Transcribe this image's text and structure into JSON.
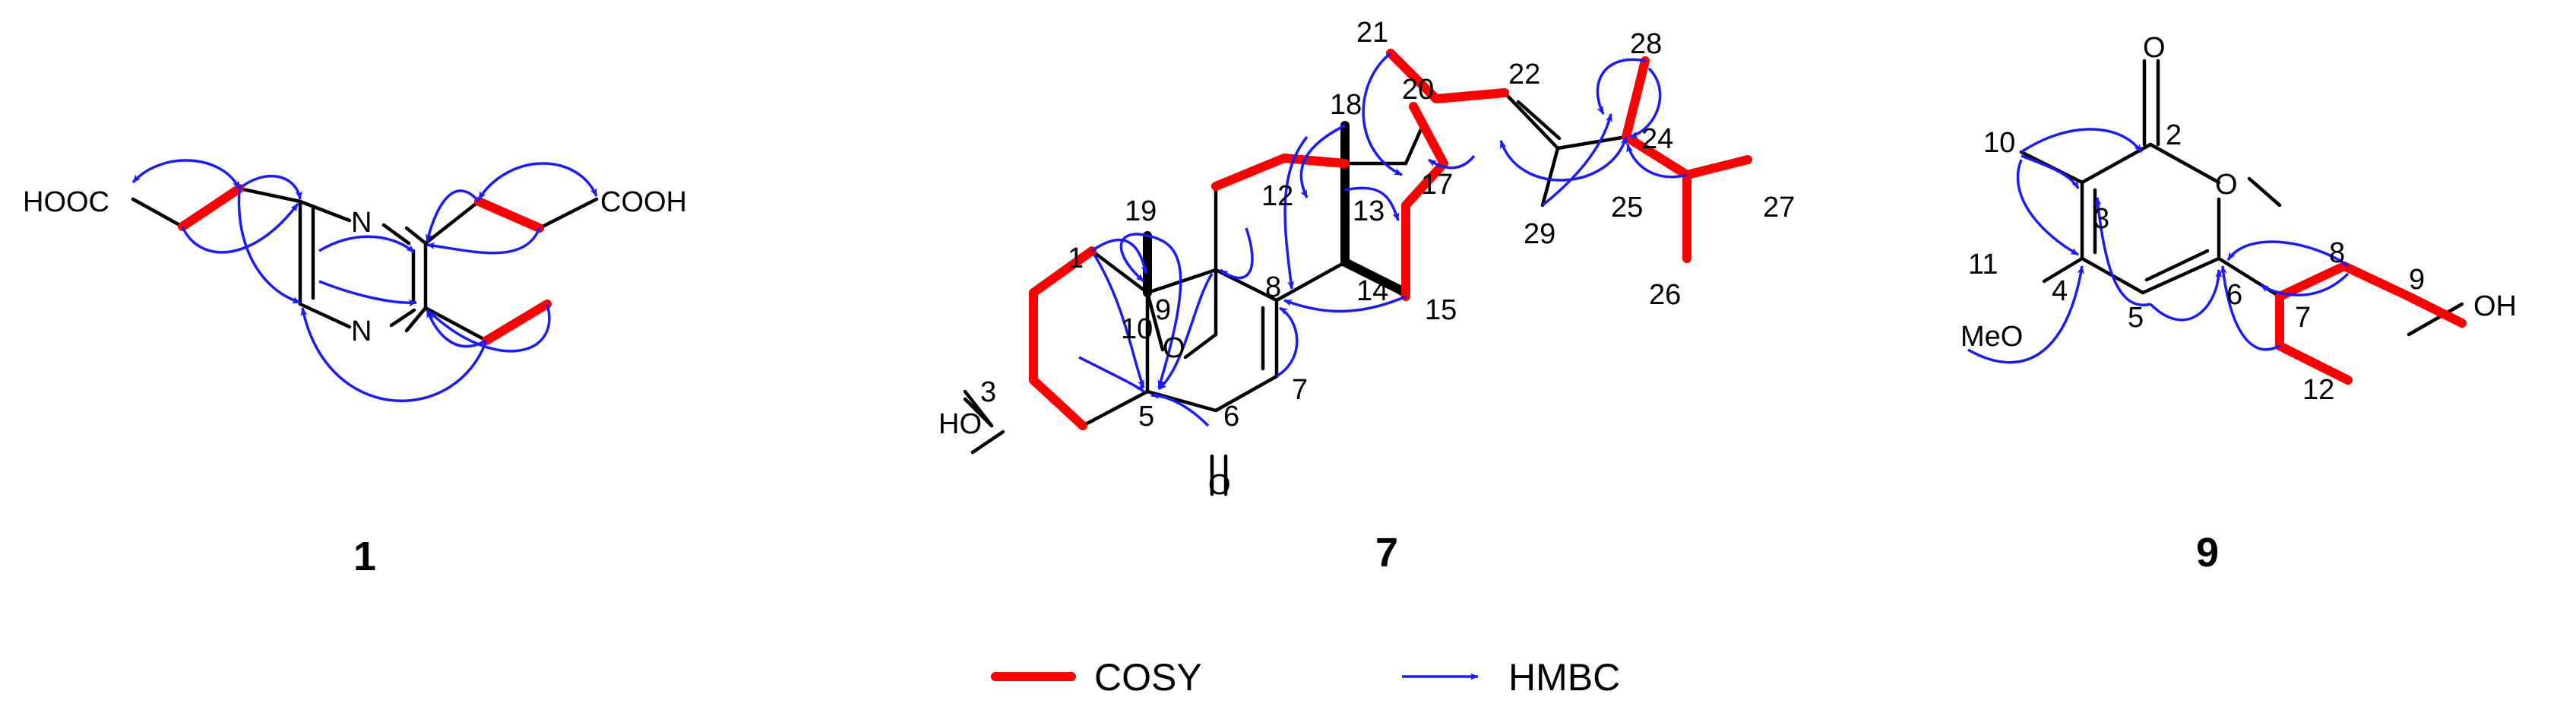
{
  "compounds": [
    {
      "id": "1",
      "label": "1",
      "atoms": {
        "hooc": "HOOC",
        "cooh": "COOH",
        "n_top": "N",
        "n_bottom": "N"
      }
    },
    {
      "id": "7",
      "label": "7",
      "numbers": [
        "1",
        "3",
        "5",
        "6",
        "7",
        "8",
        "9",
        "10",
        "12",
        "13",
        "14",
        "15",
        "17",
        "18",
        "19",
        "20",
        "21",
        "22",
        "24",
        "25",
        "26",
        "27",
        "28",
        "29"
      ],
      "atoms": {
        "ho": "HO",
        "o_ketone": "O",
        "o_bridge": "O"
      }
    },
    {
      "id": "9",
      "label": "9",
      "numbers": [
        "2",
        "3",
        "4",
        "5",
        "6",
        "7",
        "8",
        "9",
        "10",
        "11",
        "12"
      ],
      "atoms": {
        "o_carbonyl": "O",
        "o_ring": "O",
        "meo": "MeO",
        "oh": "OH"
      }
    }
  ],
  "legend": [
    {
      "label": "COSY",
      "color": "#ff0000",
      "style": "thick-line"
    },
    {
      "label": "HMBC",
      "color": "#1a1aff",
      "style": "arrow"
    }
  ]
}
